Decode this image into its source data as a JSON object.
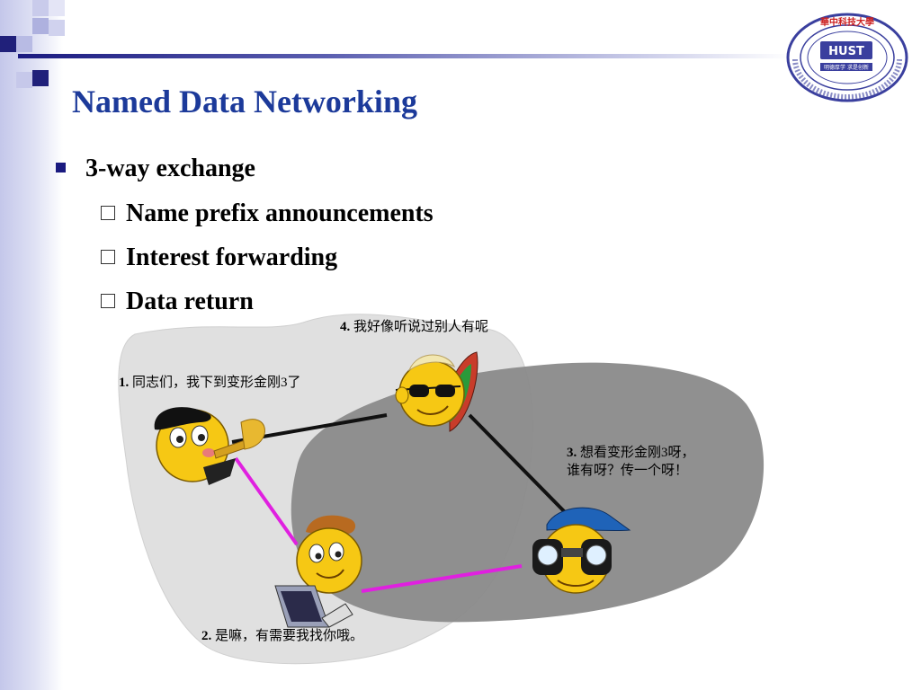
{
  "slide": {
    "title": "Named Data Networking",
    "bullet": "3-way exchange",
    "sub_bullets": [
      "Name prefix announcements",
      "Interest forwarding",
      "Data return"
    ]
  },
  "captions": {
    "c1_num": "1.",
    "c1_text": "同志们，我下到变形金刚3了",
    "c2_num": "2.",
    "c2_text": "是嘛，有需要我找你哦。",
    "c3_num": "3.",
    "c3_text_a": "想看变形金刚3呀，",
    "c3_text_b": "谁有呀？传一个呀！",
    "c4_num": "4.",
    "c4_text": "我好像听说过别人有呢"
  },
  "logo": {
    "name": "university-logo",
    "ring_text": "HUAZHONG UNIVERSITY OF SCIENCE AND TECHNOLOGY",
    "chinese_name": "華中科技大學",
    "motto": "明德厚学 求是创新",
    "badge": "HUST",
    "color": "#3a3f9e"
  },
  "colors": {
    "title": "#1c3a9a",
    "magenta_link": "#e020e0",
    "black_link": "#111111",
    "light_region": "#e0e0e0",
    "dark_region": "#8a8a8a"
  }
}
